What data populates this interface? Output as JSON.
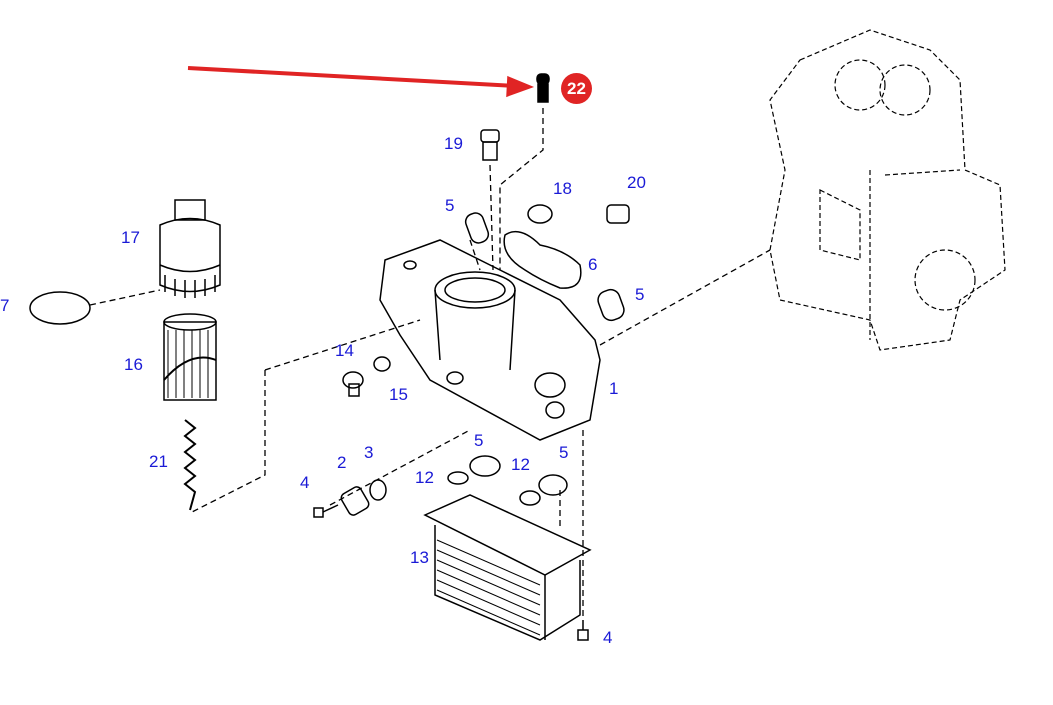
{
  "highlight": {
    "label": "22",
    "color": "#e02424"
  },
  "arrow_color": "#e02424",
  "label_color": "#1a1ad6",
  "labels": [
    "19",
    "18",
    "20",
    "5",
    "17",
    "6",
    "5",
    "7",
    "14",
    "16",
    "15",
    "1",
    "5",
    "5",
    "3",
    "2",
    "12",
    "12",
    "21",
    "4",
    "13",
    "4"
  ]
}
